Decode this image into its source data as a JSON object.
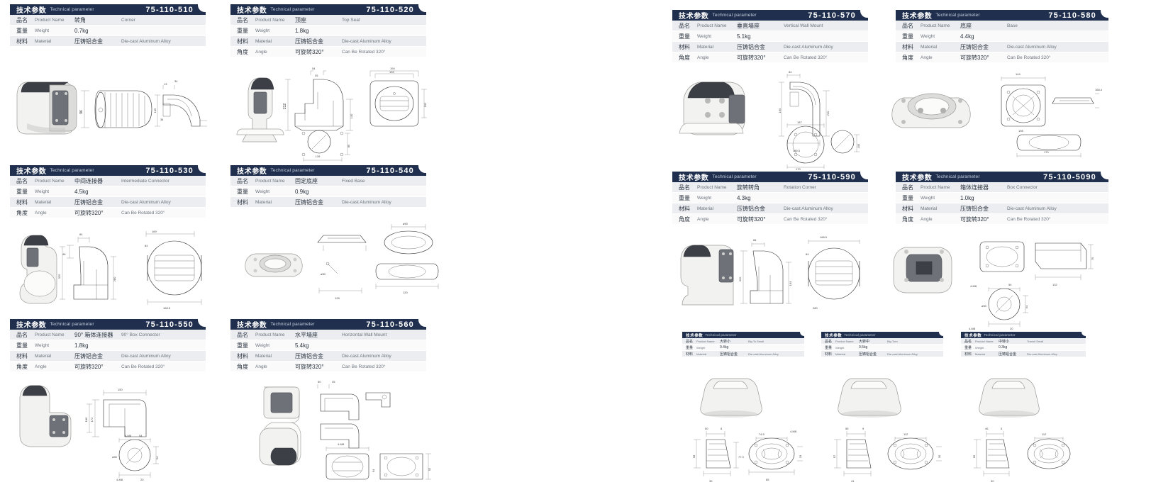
{
  "meta": {
    "header_cn": "技术参数",
    "header_en": "Technical parameter",
    "row_keys": {
      "name_cn": "品名",
      "name_en": "Product Name",
      "weight_cn": "重量",
      "weight_en": "Weight",
      "material_cn": "材料",
      "material_en": "Material",
      "angle_cn": "角度",
      "angle_en": "Angle"
    },
    "colors": {
      "header_bg": "#1f2f4d",
      "row_alt_bg": "#ebedf0",
      "row_bg": "#fafafa",
      "text_cn": "#2b3440",
      "text_en": "#6d757f"
    }
  },
  "products": [
    {
      "code": "75-110-510",
      "name_cn": "转角",
      "name_en": "Corner",
      "weight": "0.7kg",
      "material_cn": "压铸铝合金",
      "material_en": "Die-cast Aluminum Alloy",
      "angle_cn": "",
      "angle_en": "",
      "dims": [
        "96",
        "13",
        "34",
        "145",
        "34"
      ]
    },
    {
      "code": "75-110-520",
      "name_cn": "顶座",
      "name_en": "Top Seat",
      "weight": "1.8kg",
      "material_cn": "压铸铝合金",
      "material_en": "Die-cast Aluminum Alloy",
      "angle_cn": "可旋转320°",
      "angle_en": "Can Be Rotated 320°",
      "dims": [
        "212",
        "140",
        "54",
        "35",
        "194",
        "139",
        "162",
        "85",
        "139"
      ]
    },
    {
      "code": "75-110-530",
      "name_cn": "中间连接器",
      "name_en": "Intermediate Connector",
      "weight": "4.5kg",
      "material_cn": "压铸铝合金",
      "material_en": "Die-cast Aluminum Alloy",
      "angle_cn": "可旋转320°",
      "angle_en": "Can Be Rotated 320°",
      "dims": [
        "84",
        "46",
        "169",
        "320",
        "280",
        "168.5",
        "84"
      ]
    },
    {
      "code": "75-110-540",
      "name_cn": "固定底座",
      "name_en": "Fixed Base",
      "weight": "0.9kg",
      "material_cn": "压铸铝合金",
      "material_en": "Die-cast Aluminum Alloy",
      "angle_cn": "",
      "angle_en": "",
      "dims": [
        "ø50",
        "ø50",
        "120",
        "128"
      ]
    },
    {
      "code": "75-110-550",
      "name_cn": "90° 箱体连接器",
      "name_en": "90° Box Connector",
      "weight": "1.8kg",
      "material_cn": "压铸铝合金",
      "material_en": "Die-cast Aluminum Alloy",
      "angle_cn": "可旋转320°",
      "angle_en": "Can Be Rotated 320°",
      "dims": [
        "150",
        "172",
        "186",
        "4-M8",
        "54",
        "ø50",
        "54",
        "4-M8",
        "20"
      ]
    },
    {
      "code": "75-110-560",
      "name_cn": "水平墙座",
      "name_en": "Horizontal Wall Mount",
      "weight": "5.4kg",
      "material_cn": "压铸铝合金",
      "material_en": "Die-cast Aluminum Alloy",
      "angle_cn": "可旋转320°",
      "angle_en": "Can Be Rotated 320°",
      "dims": [
        "50",
        "35",
        "4-M8",
        "92",
        "54"
      ]
    },
    {
      "code": "75-110-570",
      "name_cn": "垂直墙座",
      "name_en": "Vertical Wall Mount",
      "weight": "5.1kg",
      "material_cn": "压铸铝合金",
      "material_en": "Die-cast Aluminum Alloy",
      "angle_cn": "可旋转320°",
      "angle_en": "Can Be Rotated 320°",
      "dims": [
        "84",
        "165",
        "220",
        "185.5",
        "187",
        "170",
        "105"
      ]
    },
    {
      "code": "75-110-580",
      "name_cn": "底座",
      "name_en": "Base",
      "weight": "4.4kg",
      "material_cn": "压铸铝合金",
      "material_en": "Die-cast Aluminum Alloy",
      "angle_cn": "可旋转320°",
      "angle_en": "Can Be Rotated 320°",
      "dims": [
        "144",
        "168.4",
        "198",
        "170",
        "100"
      ]
    },
    {
      "code": "75-110-590",
      "name_cn": "旋转转角",
      "name_en": "Rotation Corner",
      "weight": "4.3kg",
      "material_cn": "压铸铝合金",
      "material_en": "Die-cast Aluminum Alloy",
      "angle_cn": "可旋转320°",
      "angle_en": "Can Be Rotated 320°",
      "dims": [
        "84",
        "168.5",
        "320",
        "163",
        "280",
        "84"
      ]
    },
    {
      "code": "75-110-5090",
      "name_cn": "箱体连接器",
      "name_en": "Box Connector",
      "weight": "1.0kg",
      "material_cn": "压铸铝合金",
      "material_en": "Die-cast Aluminum Alloy",
      "angle_cn": "可旋转320°",
      "angle_en": "Can Be Rotated 320°",
      "dims": [
        "75",
        "132",
        "4-M8",
        "54",
        "ø50",
        "54",
        "4-M8",
        "20"
      ]
    }
  ],
  "small_products": [
    {
      "code": "",
      "name_cn": "大转小",
      "name_en": "Big To Small",
      "weight": "0.4kg",
      "material_cn": "压铸铝合金",
      "material_en": "Die-cast Aluminum Alloy",
      "dims": [
        "50",
        "8",
        "39",
        "58",
        "77.3",
        "74.5",
        "4-M8",
        "85",
        "33"
      ]
    },
    {
      "code": "",
      "name_cn": "大转中",
      "name_en": "Big Turn",
      "weight": "0.5kg",
      "material_cn": "压铸铝合金",
      "material_en": "Die-cast Aluminum Alloy",
      "dims": [
        "55",
        "9",
        "41",
        "57",
        "112",
        "30"
      ]
    },
    {
      "code": "",
      "name_cn": "中转小",
      "name_en": "Transit Small",
      "weight": "0.3kg",
      "material_cn": "压铸铝合金",
      "material_en": "Die-cast Aluminum Alloy",
      "dims": [
        "46",
        "5",
        "30",
        "65",
        "112"
      ]
    }
  ]
}
